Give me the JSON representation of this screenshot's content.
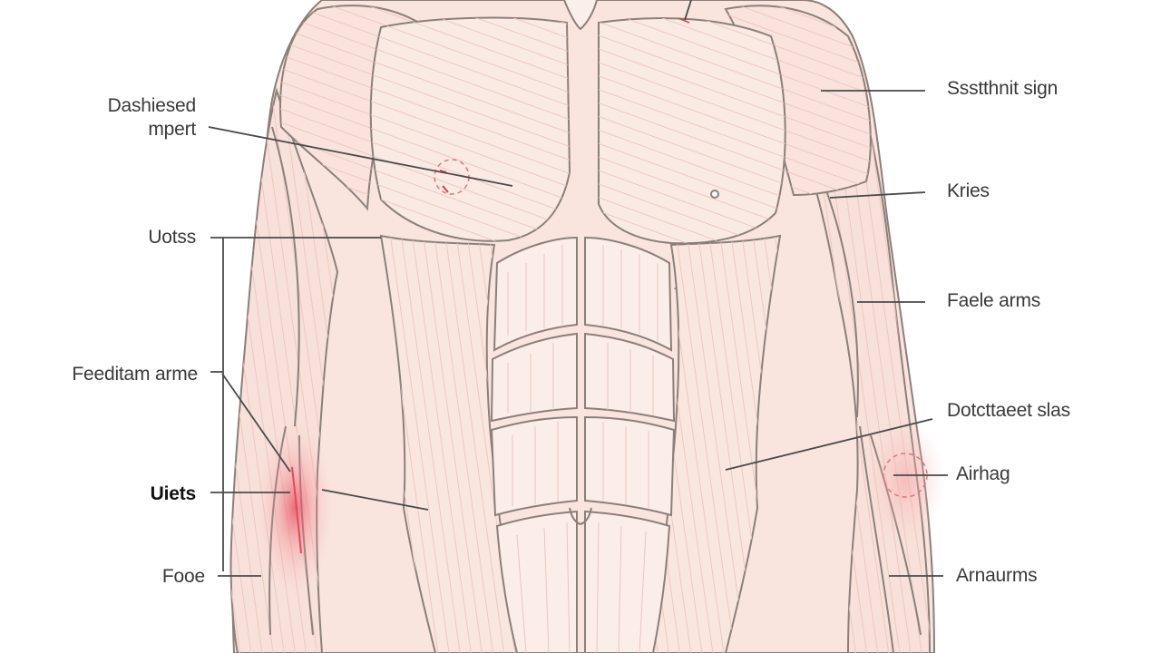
{
  "labels": {
    "left": {
      "l1": "Dashiesed",
      "l1b": "mpert",
      "l2": "Uotss",
      "l3": "Feeditam arme",
      "l4": "Uiets",
      "l5": "Fooe"
    },
    "right": {
      "r1": "Ssstthnit sign",
      "r2": "Kries",
      "r3": "Faele arms",
      "r4": "Dotcttaeet slas",
      "r5": "Airhag",
      "r6": "Arnaurms"
    }
  },
  "colors": {
    "skin": "#f8e3dc",
    "skin_light": "#fcefea",
    "outline": "#8c7f7a",
    "fiber": "#e7c2b8",
    "leader": "#4a4a4a",
    "inflammation": "#e24a5c"
  }
}
